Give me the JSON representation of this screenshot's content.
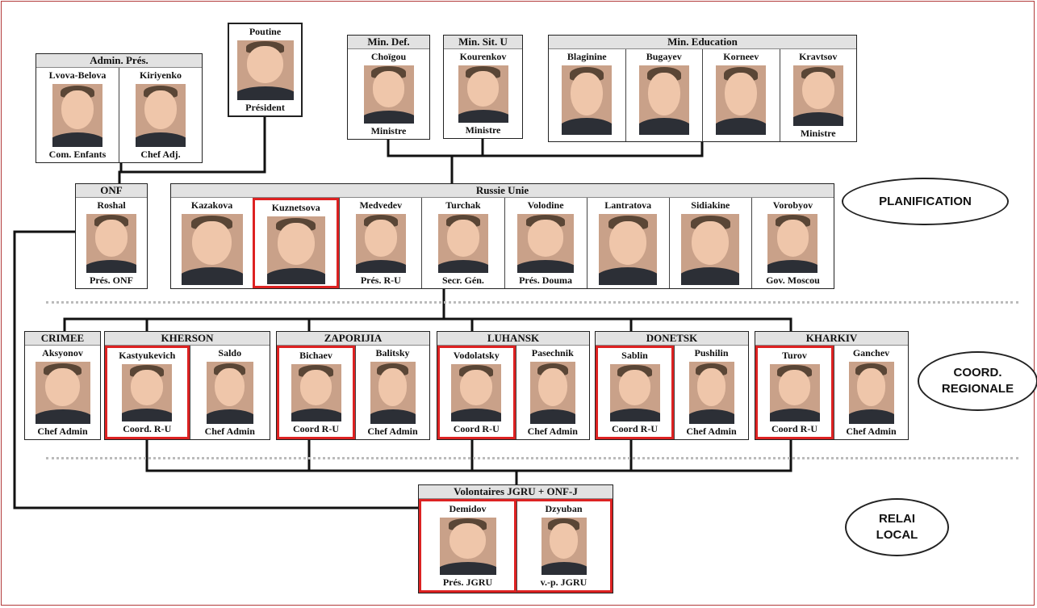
{
  "president": {
    "name": "Poutine",
    "role": "Président"
  },
  "admin_pres": {
    "title": "Admin. Prés.",
    "members": [
      {
        "name": "Lvova-Belova",
        "role": "Com. Enfants"
      },
      {
        "name": "Kiriyenko",
        "role": "Chef Adj."
      }
    ]
  },
  "min_def": {
    "title": "Min. Def.",
    "members": [
      {
        "name": "Choïgou",
        "role": "Ministre"
      }
    ]
  },
  "min_sit": {
    "title": "Min. Sit. U",
    "members": [
      {
        "name": "Kourenkov",
        "role": "Ministre"
      }
    ]
  },
  "min_edu": {
    "title": "Min. Education",
    "members": [
      {
        "name": "Blaginine",
        "role": ""
      },
      {
        "name": "Bugayev",
        "role": ""
      },
      {
        "name": "Korneev",
        "role": ""
      },
      {
        "name": "Kravtsov",
        "role": "Ministre"
      }
    ]
  },
  "onf": {
    "title": "ONF",
    "members": [
      {
        "name": "Roshal",
        "role": "Prés. ONF"
      }
    ]
  },
  "russie_unie": {
    "title": "Russie Unie",
    "members": [
      {
        "name": "Kazakova",
        "role": ""
      },
      {
        "name": "Kuznetsova",
        "role": "",
        "highlight": true
      },
      {
        "name": "Medvedev",
        "role": "Prés. R-U"
      },
      {
        "name": "Turchak",
        "role": "Secr. Gén."
      },
      {
        "name": "Volodine",
        "role": "Prés. Douma"
      },
      {
        "name": "Lantratova",
        "role": ""
      },
      {
        "name": "Sidiakine",
        "role": ""
      },
      {
        "name": "Vorobyov",
        "role": "Gov. Moscou"
      }
    ]
  },
  "regions": [
    {
      "title": "CRIMEE",
      "members": [
        {
          "name": "Aksyonov",
          "role": "Chef Admin"
        }
      ]
    },
    {
      "title": "KHERSON",
      "members": [
        {
          "name": "Kastyukevich",
          "role": "Coord. R-U",
          "highlight": true
        },
        {
          "name": "Saldo",
          "role": "Chef Admin"
        }
      ]
    },
    {
      "title": "ZAPORIJIA",
      "members": [
        {
          "name": "Bichaev",
          "role": "Coord R-U",
          "highlight": true
        },
        {
          "name": "Balitsky",
          "role": "Chef Admin"
        }
      ]
    },
    {
      "title": "LUHANSK",
      "members": [
        {
          "name": "Vodolatsky",
          "role": "Coord R-U",
          "highlight": true
        },
        {
          "name": "Pasechnik",
          "role": "Chef Admin"
        }
      ]
    },
    {
      "title": "DONETSK",
      "members": [
        {
          "name": "Sablin",
          "role": "Coord R-U",
          "highlight": true
        },
        {
          "name": "Pushilin",
          "role": "Chef Admin"
        }
      ]
    },
    {
      "title": "KHARKIV",
      "members": [
        {
          "name": "Turov",
          "role": "Coord R-U",
          "highlight": true
        },
        {
          "name": "Ganchev",
          "role": "Chef Admin"
        }
      ]
    }
  ],
  "volontaires": {
    "title": "Volontaires JGRU + ONF-J",
    "members": [
      {
        "name": "Demidov",
        "role": "Prés. JGRU",
        "highlight": true
      },
      {
        "name": "Dzyuban",
        "role": "v.-p. JGRU",
        "highlight": true
      }
    ]
  },
  "levels": {
    "planification": "PLANIFICATION",
    "coord": [
      "COORD.",
      "REGIONALE"
    ],
    "relai": [
      "RELAI",
      "LOCAL"
    ]
  },
  "colors": {
    "highlight": "#dd2222",
    "frame": "#b23a3a",
    "header_fill": "#e2e2e2",
    "separator": "#bbbbbb"
  }
}
